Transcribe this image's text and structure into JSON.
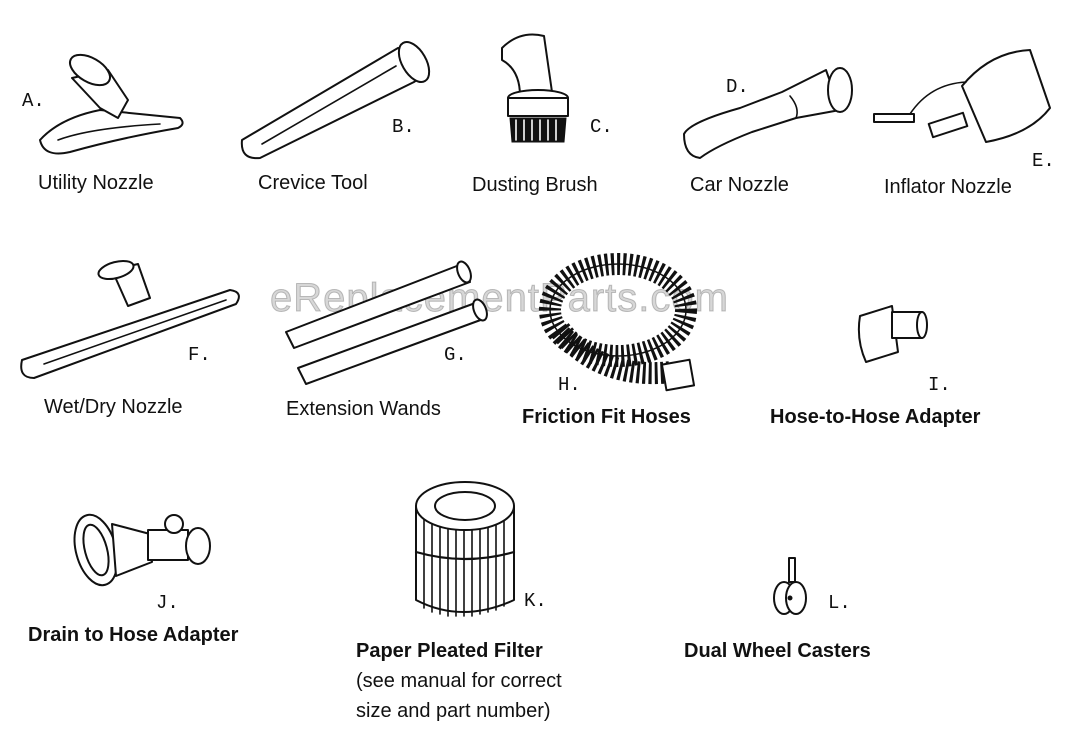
{
  "watermark": "eReplacementParts.com",
  "parts": [
    {
      "letter": "A.",
      "name": "Utility Nozzle",
      "icon": "utility-nozzle-icon"
    },
    {
      "letter": "B.",
      "name": "Crevice Tool",
      "icon": "crevice-tool-icon"
    },
    {
      "letter": "C.",
      "name": "Dusting Brush",
      "icon": "dusting-brush-icon"
    },
    {
      "letter": "D.",
      "name": "Car Nozzle",
      "icon": "car-nozzle-icon"
    },
    {
      "letter": "E.",
      "name": "Inflator Nozzle",
      "icon": "inflator-nozzle-icon"
    },
    {
      "letter": "F.",
      "name": "Wet/Dry Nozzle",
      "icon": "wet-dry-nozzle-icon"
    },
    {
      "letter": "G.",
      "name": "Extension Wands",
      "icon": "extension-wands-icon"
    },
    {
      "letter": "H.",
      "name": "Friction Fit Hoses",
      "icon": "friction-fit-hoses-icon"
    },
    {
      "letter": "I.",
      "name": "Hose-to-Hose Adapter",
      "icon": "hose-to-hose-adapter-icon"
    },
    {
      "letter": "J.",
      "name": "Drain to Hose Adapter",
      "icon": "drain-to-hose-adapter-icon"
    },
    {
      "letter": "K.",
      "name": "Paper Pleated Filter",
      "note_line1": "(see manual for correct",
      "note_line2": "size and part number)",
      "icon": "paper-pleated-filter-icon"
    },
    {
      "letter": "L.",
      "name": "Dual Wheel Casters",
      "icon": "dual-wheel-casters-icon"
    }
  ]
}
